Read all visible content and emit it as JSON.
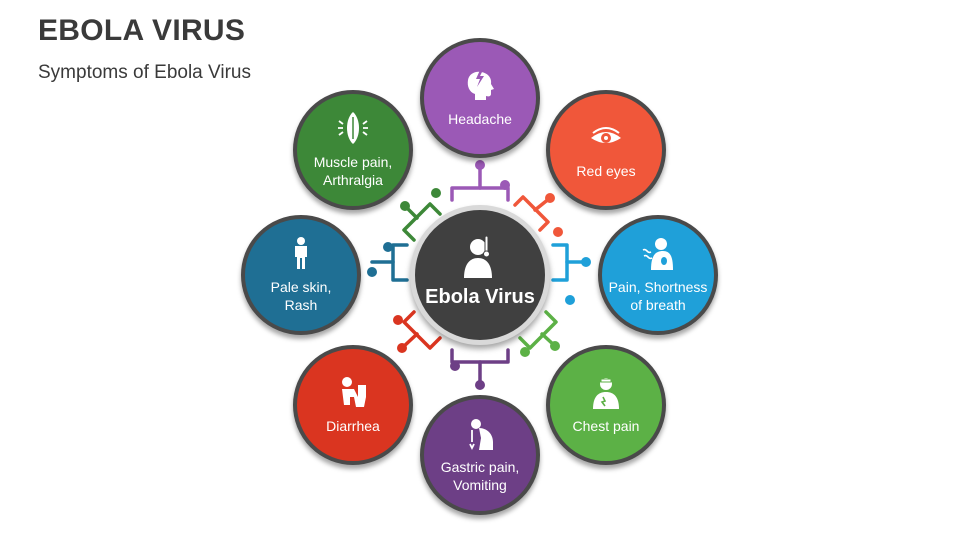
{
  "title": "EBOLA VIRUS",
  "subtitle": "Symptoms of Ebola Virus",
  "center": {
    "label": "Ebola Virus",
    "icon": "sick-person-icon",
    "color": "#404040"
  },
  "symptoms": [
    {
      "label": "Headache",
      "icon": "headache-icon",
      "color": "#9b59b6"
    },
    {
      "label": "Red eyes",
      "icon": "eye-icon",
      "color": "#f0573a"
    },
    {
      "label": "Pain, Shortness\nof breath",
      "icon": "breath-icon",
      "color": "#1fa0d9"
    },
    {
      "label": "Chest pain",
      "icon": "chest-pain-icon",
      "color": "#5cb146"
    },
    {
      "label": "Gastric pain,\nVomiting",
      "icon": "vomiting-icon",
      "color": "#6d3f86"
    },
    {
      "label": "Diarrhea",
      "icon": "diarrhea-icon",
      "color": "#da3520"
    },
    {
      "label": "Pale skin,\nRash",
      "icon": "person-icon",
      "color": "#1f6f94"
    },
    {
      "label": "Muscle pain,\nArthralgia",
      "icon": "muscle-icon",
      "color": "#3d8838"
    }
  ]
}
